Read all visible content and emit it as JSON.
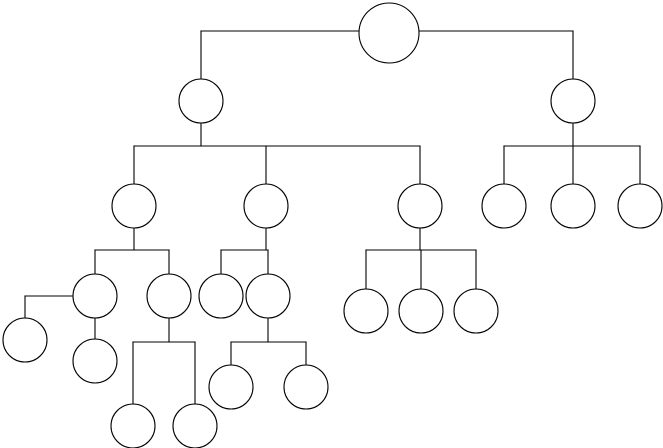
{
  "diagram": {
    "type": "tree",
    "nodes": [
      {
        "id": "n0"
      },
      {
        "id": "n1",
        "parent": "n0"
      },
      {
        "id": "n2",
        "parent": "n0"
      },
      {
        "id": "n3",
        "parent": "n1"
      },
      {
        "id": "n4",
        "parent": "n1"
      },
      {
        "id": "n5",
        "parent": "n1"
      },
      {
        "id": "n6",
        "parent": "n2"
      },
      {
        "id": "n7",
        "parent": "n2"
      },
      {
        "id": "n8",
        "parent": "n2"
      },
      {
        "id": "n9",
        "parent": "n3"
      },
      {
        "id": "n10",
        "parent": "n3"
      },
      {
        "id": "n11",
        "parent": "n4"
      },
      {
        "id": "n12",
        "parent": "n4"
      },
      {
        "id": "n13",
        "parent": "n5"
      },
      {
        "id": "n14",
        "parent": "n5"
      },
      {
        "id": "n15",
        "parent": "n5"
      },
      {
        "id": "n16",
        "parent": "n9"
      },
      {
        "id": "n17",
        "parent": "n9"
      },
      {
        "id": "n18",
        "parent": "n10"
      },
      {
        "id": "n19",
        "parent": "n10"
      },
      {
        "id": "n20",
        "parent": "n12"
      },
      {
        "id": "n21",
        "parent": "n12"
      }
    ],
    "colors": {
      "stroke": "#000000",
      "fill": "#ffffff"
    }
  }
}
